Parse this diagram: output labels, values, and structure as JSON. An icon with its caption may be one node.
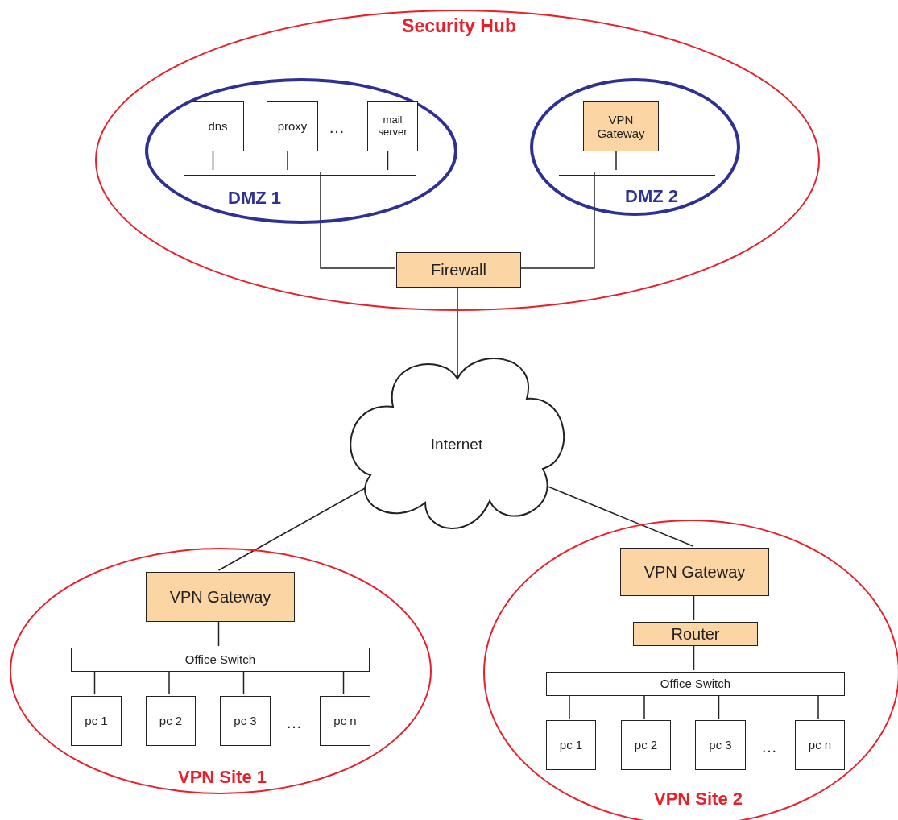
{
  "diagram": {
    "nodes": [
      {
        "text": [
          "Security Hub"
        ]
      },
      {
        "text": [
          "DMZ 1"
        ],
        "in": 0
      },
      {
        "text": [
          "dns"
        ],
        "in": 1
      },
      {
        "text": [
          "proxy"
        ],
        "in": 1
      },
      {
        "text": [
          "mail server"
        ],
        "in": 1
      },
      {
        "text": [],
        "shape": "bar",
        "in": 1
      },
      {
        "text": [
          "DMZ 2"
        ],
        "in": 0
      },
      {
        "text": [
          "VPN Gateway"
        ],
        "in": 6
      },
      {
        "text": [],
        "shape": "bar",
        "in": 6
      },
      {
        "text": [
          "Firewall"
        ],
        "in": 0
      },
      {
        "text": [
          "Internet"
        ]
      },
      {
        "text": [
          "VPN Site 1"
        ]
      },
      {
        "text": [
          "VPN Gateway"
        ],
        "in": 11
      },
      {
        "text": [
          "Office Switch"
        ],
        "in": 11
      },
      {
        "text": [
          "pc 1"
        ],
        "in": 11
      },
      {
        "text": [
          "pc 2"
        ],
        "in": 11
      },
      {
        "text": [
          "pc 3"
        ],
        "in": 11
      },
      {
        "text": [
          "pc n"
        ],
        "in": 11
      },
      {
        "text": [
          "VPN Site 2"
        ]
      },
      {
        "text": [
          "VPN Gateway"
        ],
        "in": 18
      },
      {
        "text": [
          "Router"
        ],
        "in": 18
      },
      {
        "text": [
          "Office Switch"
        ],
        "in": 18
      },
      {
        "text": [
          "pc 1"
        ],
        "in": 18
      },
      {
        "text": [
          "pc 2"
        ],
        "in": 18
      },
      {
        "text": [
          "pc 3"
        ],
        "in": 18
      },
      {
        "text": [
          "pc n"
        ],
        "in": 18
      }
    ],
    "edges": [
      {
        "from": 2,
        "to": 5,
        "arrow": "none"
      },
      {
        "from": 3,
        "to": 5,
        "arrow": "none"
      },
      {
        "from": 4,
        "to": 5,
        "arrow": "none"
      },
      {
        "from": 5,
        "to": 9,
        "arrow": "none"
      },
      {
        "from": 7,
        "to": 8,
        "arrow": "none"
      },
      {
        "from": 8,
        "to": 9,
        "arrow": "none"
      },
      {
        "from": 9,
        "to": 10,
        "arrow": "none"
      },
      {
        "from": 10,
        "to": 12,
        "arrow": "none"
      },
      {
        "from": 10,
        "to": 19,
        "arrow": "none"
      },
      {
        "from": 12,
        "to": 13,
        "arrow": "none"
      },
      {
        "from": 13,
        "to": 14,
        "arrow": "none"
      },
      {
        "from": 13,
        "to": 15,
        "arrow": "none"
      },
      {
        "from": 13,
        "to": 16,
        "arrow": "none"
      },
      {
        "from": 13,
        "to": 17,
        "arrow": "none"
      },
      {
        "from": 19,
        "to": 20,
        "arrow": "none"
      },
      {
        "from": 20,
        "to": 21,
        "arrow": "none"
      },
      {
        "from": 21,
        "to": 22,
        "arrow": "none"
      },
      {
        "from": 21,
        "to": 23,
        "arrow": "none"
      },
      {
        "from": 21,
        "to": 24,
        "arrow": "none"
      },
      {
        "from": 21,
        "to": 25,
        "arrow": "none"
      }
    ],
    "labels": [
      "…",
      "…",
      "…"
    ]
  }
}
